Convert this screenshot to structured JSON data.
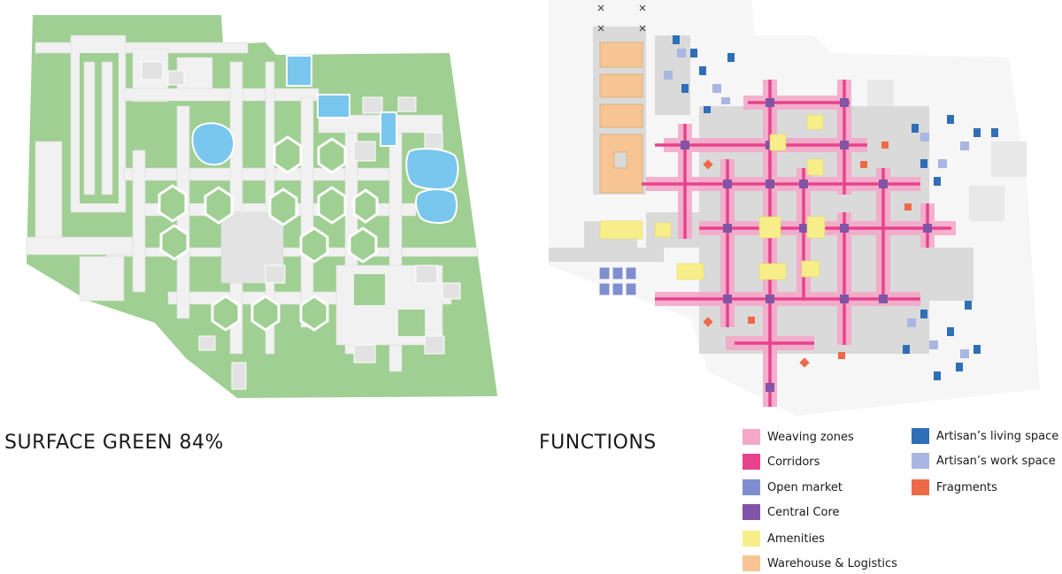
{
  "left_caption": "SURFACE GREEN 84%",
  "right_caption": "FUNCTIONS",
  "colors": {
    "green": "#9fcf92",
    "water": "#79c6ef",
    "path": "#f1f1f1",
    "building": "#e0e0e0",
    "weaving": "#f4a9c8",
    "corridor": "#e8428d",
    "market": "#7f8fce",
    "core": "#8254a6",
    "amenity": "#f7ee8a",
    "warehouse": "#f7c594",
    "living": "#2f6fb6",
    "work": "#a9b6e2",
    "fragment": "#ee6a47"
  },
  "legend": [
    {
      "label": "Weaving zones",
      "color": "#f4a9c8",
      "icon": "weaving-swatch"
    },
    {
      "label": "Corridors",
      "color": "#e8428d",
      "icon": "corridor-swatch"
    },
    {
      "label": "Open market",
      "color": "#7f8fce",
      "icon": "market-swatch"
    },
    {
      "label": "Central Core",
      "color": "#8254a6",
      "icon": "core-swatch"
    },
    {
      "label": "Amenities",
      "color": "#f7ee8a",
      "icon": "amenity-swatch"
    },
    {
      "label": "Warehouse & Logistics",
      "color": "#f7c594",
      "icon": "warehouse-swatch"
    },
    {
      "label": "Artisan’s living space",
      "color": "#2f6fb6",
      "icon": "living-swatch"
    },
    {
      "label": "Artisan’s work space",
      "color": "#a9b6e2",
      "icon": "work-swatch"
    },
    {
      "label": "Fragments",
      "color": "#ee6a47",
      "icon": "fragment-swatch"
    }
  ]
}
